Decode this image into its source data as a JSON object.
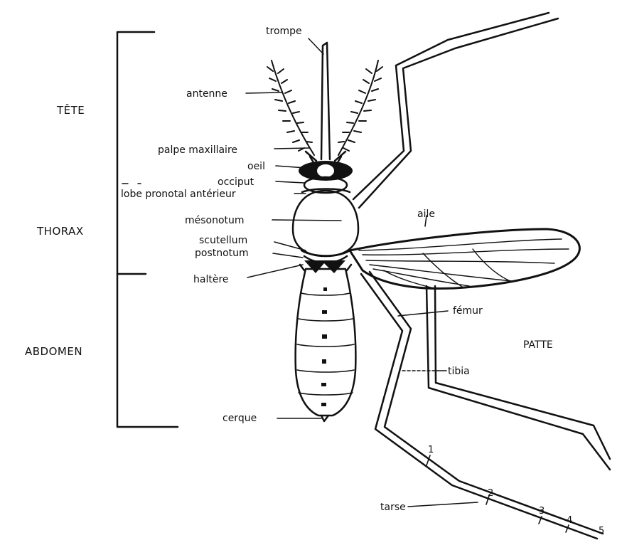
{
  "regions": {
    "tete": "TÊTE",
    "thorax": "THORAX",
    "abdomen": "ABDOMEN"
  },
  "labels": {
    "trompe": "trompe",
    "antenne": "antenne",
    "palpe_maxillaire": "palpe maxillaire",
    "oeil": "oeil",
    "occiput": "occiput",
    "lobe_pronotal": "lobe pronotal antérieur",
    "mesonotum": "mésonotum",
    "scutellum": "scutellum",
    "postnotum": "postnotum",
    "haltere": "haltère",
    "cerque": "cerque",
    "aile": "aile",
    "femur": "fémur",
    "patte": "PATTE",
    "tibia": "tibia",
    "tarse": "tarse"
  },
  "tarsal_segments": [
    "1",
    "2",
    "3",
    "4",
    "5"
  ],
  "colors": {
    "ink": "#111111",
    "background": "#ffffff"
  }
}
